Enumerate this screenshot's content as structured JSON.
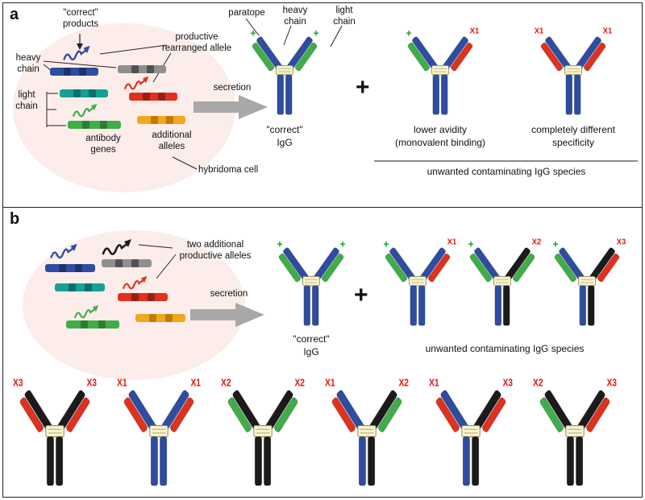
{
  "figure": {
    "panel_a_label": "a",
    "panel_b_label": "b",
    "plus": "+"
  },
  "colors": {
    "blue": "#2f4da0",
    "blue_dark": "#1e3270",
    "green": "#3fae49",
    "green_dark": "#2a7f33",
    "red": "#e0301e",
    "red_dark": "#9c1f12",
    "black": "#1b1b1b",
    "black_dark": "#000000",
    "gray": "#8f8f8f",
    "gray_dark": "#525252",
    "teal": "#17a096",
    "teal_dark": "#0e6f67",
    "orange": "#f2a71e",
    "orange_dark": "#bd7d0b",
    "hinge": "#f8f3d0",
    "cell": "#fcedea",
    "secretion_arrow": "#a8a8a8",
    "mark_plus": "#0f9d3a",
    "mark_x": "#e8150d"
  },
  "panel_a": {
    "correct_products": "\"correct\"\nproducts",
    "productive_allele": "productive\nrearranged allele",
    "heavy_chain": "heavy\nchain",
    "light_chain": "light\nchain",
    "antibody_genes": "antibody\ngenes",
    "additional_alleles": "additional\nalleles",
    "hybridoma_cell": "hybridoma cell",
    "secretion": "secretion",
    "paratope": "paratope",
    "ab_heavy_chain": "heavy\nchain",
    "ab_light_chain": "light\nchain",
    "caption_correct": "\"correct\"\nIgG",
    "caption_lower": "lower avidity\n(monovalent binding)",
    "caption_different": "completely different\nspecificity",
    "unwanted": "unwanted contaminating IgG species"
  },
  "panel_b": {
    "two_additional": "two additional\nproductive alleles",
    "secretion": "secretion",
    "caption_correct": "\"correct\"\nIgG",
    "unwanted": "unwanted contaminating IgG species"
  },
  "antibodies": [
    {
      "name": "a-correct",
      "left": {
        "heavy": "blue",
        "light": "green",
        "mark": "+"
      },
      "right": {
        "heavy": "blue",
        "light": "green",
        "mark": "+"
      }
    },
    {
      "name": "a-monovalent",
      "left": {
        "heavy": "blue",
        "light": "green",
        "mark": "+"
      },
      "right": {
        "heavy": "blue",
        "light": "red",
        "mark": "X1"
      }
    },
    {
      "name": "a-different",
      "left": {
        "heavy": "blue",
        "light": "red",
        "mark": "X1"
      },
      "right": {
        "heavy": "blue",
        "light": "red",
        "mark": "X1"
      }
    },
    {
      "name": "b-correct",
      "left": {
        "heavy": "blue",
        "light": "green",
        "mark": "+"
      },
      "right": {
        "heavy": "blue",
        "light": "green",
        "mark": "+"
      }
    },
    {
      "name": "b-x1",
      "left": {
        "heavy": "blue",
        "light": "green",
        "mark": "+"
      },
      "right": {
        "heavy": "blue",
        "light": "red",
        "mark": "X1"
      }
    },
    {
      "name": "b-x2",
      "left": {
        "heavy": "blue",
        "light": "green",
        "mark": "+"
      },
      "right": {
        "heavy": "black",
        "light": "green",
        "mark": "X2"
      }
    },
    {
      "name": "b-x3",
      "left": {
        "heavy": "blue",
        "light": "green",
        "mark": "+"
      },
      "right": {
        "heavy": "black",
        "light": "red",
        "mark": "X3"
      }
    },
    {
      "name": "b-x3x3",
      "left": {
        "heavy": "black",
        "light": "red",
        "mark": "X3"
      },
      "right": {
        "heavy": "black",
        "light": "red",
        "mark": "X3"
      }
    },
    {
      "name": "b-x1x1",
      "left": {
        "heavy": "blue",
        "light": "red",
        "mark": "X1"
      },
      "right": {
        "heavy": "blue",
        "light": "red",
        "mark": "X1"
      }
    },
    {
      "name": "b-x2x2",
      "left": {
        "heavy": "black",
        "light": "green",
        "mark": "X2"
      },
      "right": {
        "heavy": "black",
        "light": "green",
        "mark": "X2"
      }
    },
    {
      "name": "b-x1x2",
      "left": {
        "heavy": "blue",
        "light": "red",
        "mark": "X1"
      },
      "right": {
        "heavy": "black",
        "light": "green",
        "mark": "X2"
      }
    },
    {
      "name": "b-x1x3",
      "left": {
        "heavy": "blue",
        "light": "red",
        "mark": "X1"
      },
      "right": {
        "heavy": "black",
        "light": "red",
        "mark": "X3"
      }
    },
    {
      "name": "b-x2x3",
      "left": {
        "heavy": "black",
        "light": "green",
        "mark": "X2"
      },
      "right": {
        "heavy": "black",
        "light": "red",
        "mark": "X3"
      }
    }
  ]
}
